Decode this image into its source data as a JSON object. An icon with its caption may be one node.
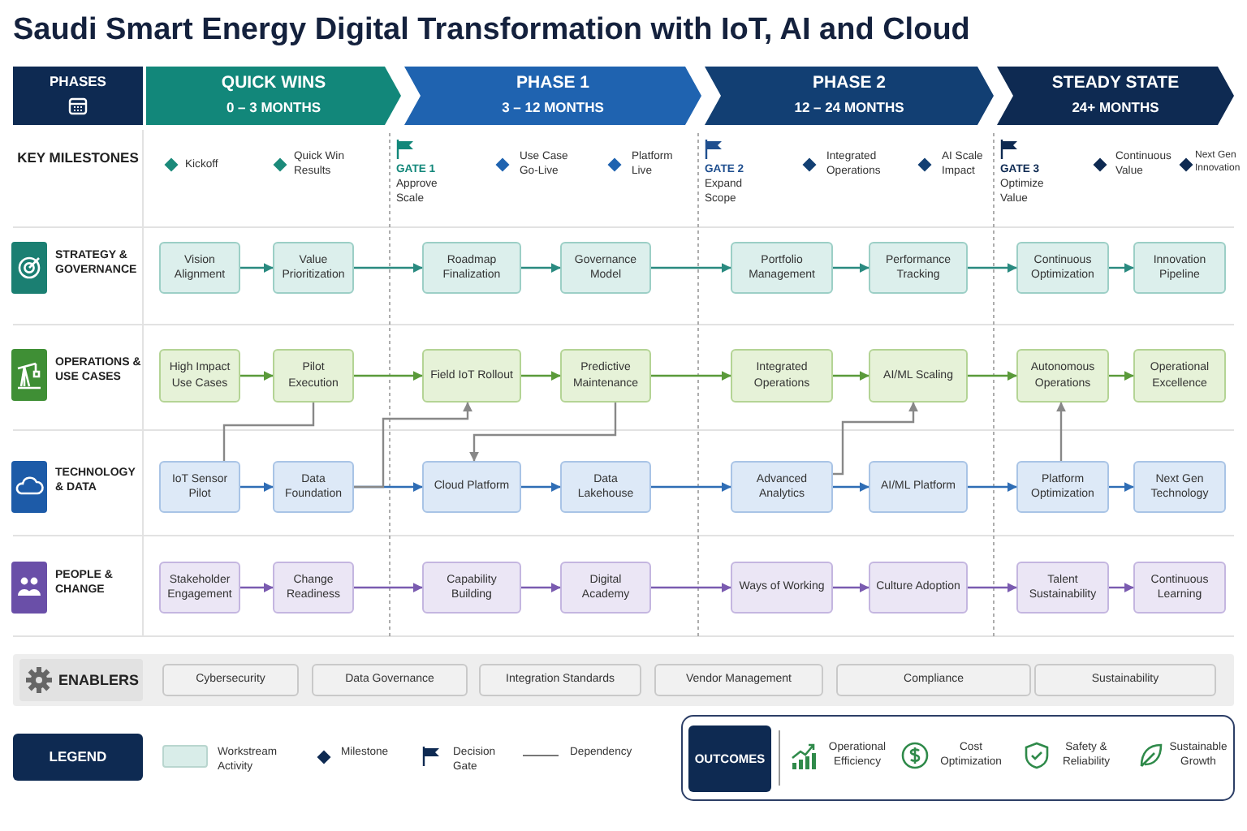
{
  "diagram": {
    "title": "Saudi Smart Energy Digital Transformation with IoT, AI and Cloud",
    "nodes": [
      {
        "text": [
          "PHASES"
        ]
      },
      {
        "text": [
          "QUICK WINS",
          "0 – 3 MONTHS"
        ]
      },
      {
        "text": [
          "PHASE 1",
          "3 – 12 MONTHS"
        ]
      },
      {
        "text": [
          "PHASE 2",
          "12 – 24 MONTHS"
        ]
      },
      {
        "text": [
          "STEADY STATE",
          "24+ MONTHS"
        ]
      },
      {
        "text": [
          "Vision Alignment"
        ]
      },
      {
        "text": [
          "Value Prioritization"
        ]
      },
      {
        "text": [
          "Roadmap Finalization"
        ]
      },
      {
        "text": [
          "Governance Model"
        ]
      },
      {
        "text": [
          "Portfolio Management"
        ]
      },
      {
        "text": [
          "Performance Tracking"
        ]
      },
      {
        "text": [
          "Continuous Optimization"
        ]
      },
      {
        "text": [
          "Innovation Pipeline"
        ]
      },
      {
        "text": [
          "High Impact Use Cases"
        ]
      },
      {
        "text": [
          "Pilot Execution"
        ]
      },
      {
        "text": [
          "Field IoT Rollout"
        ]
      },
      {
        "text": [
          "Predictive Maintenance"
        ]
      },
      {
        "text": [
          "Integrated Operations"
        ]
      },
      {
        "text": [
          "AI/ML Scaling"
        ]
      },
      {
        "text": [
          "Autonomous Operations"
        ]
      },
      {
        "text": [
          "Operational Excellence"
        ]
      },
      {
        "text": [
          "IoT Sensor Pilot"
        ]
      },
      {
        "text": [
          "Data Foundation"
        ]
      },
      {
        "text": [
          "Cloud Platform"
        ]
      },
      {
        "text": [
          "Data Lakehouse"
        ]
      },
      {
        "text": [
          "Advanced Analytics"
        ]
      },
      {
        "text": [
          "AI/ML Platform"
        ]
      },
      {
        "text": [
          "Platform Optimization"
        ]
      },
      {
        "text": [
          "Next Gen Technology"
        ]
      },
      {
        "text": [
          "Stakeholder Engagement"
        ]
      },
      {
        "text": [
          "Change Readiness"
        ]
      },
      {
        "text": [
          "Capability Building"
        ]
      },
      {
        "text": [
          "Digital Academy"
        ]
      },
      {
        "text": [
          "Ways of Working"
        ]
      },
      {
        "text": [
          "Culture Adoption"
        ]
      },
      {
        "text": [
          "Talent Sustainability"
        ]
      },
      {
        "text": [
          "Continuous Learning"
        ]
      },
      {
        "text": [
          "ENABLERS"
        ]
      },
      {
        "text": [
          "Cybersecurity"
        ]
      },
      {
        "text": [
          "Data Governance"
        ]
      },
      {
        "text": [
          "Integration Standards"
        ]
      },
      {
        "text": [
          "Vendor Management"
        ]
      },
      {
        "text": [
          "Compliance"
        ]
      },
      {
        "text": [
          "Sustainability"
        ]
      },
      {
        "text": [
          "LEGEND"
        ]
      },
      {
        "text": [
          "OUTCOMES"
        ]
      }
    ],
    "edges": [
      {
        "from": 5,
        "to": 6,
        "arrow": "to",
        "color": "#2a8a80"
      },
      {
        "from": 6,
        "to": 7,
        "arrow": "to",
        "color": "#2a8a80"
      },
      {
        "from": 7,
        "to": 8,
        "arrow": "to",
        "color": "#2a8a80"
      },
      {
        "from": 8,
        "to": 9,
        "arrow": "to",
        "color": "#2a8a80"
      },
      {
        "from": 9,
        "to": 10,
        "arrow": "to",
        "color": "#2a8a80"
      },
      {
        "from": 10,
        "to": 11,
        "arrow": "to",
        "color": "#2a8a80"
      },
      {
        "from": 11,
        "to": 12,
        "arrow": "to",
        "color": "#2a8a80"
      },
      {
        "from": 13,
        "to": 14,
        "arrow": "to",
        "color": "#5a9a3a"
      },
      {
        "from": 14,
        "to": 15,
        "arrow": "to",
        "color": "#5a9a3a"
      },
      {
        "from": 15,
        "to": 16,
        "arrow": "to",
        "color": "#5a9a3a"
      },
      {
        "from": 16,
        "to": 17,
        "arrow": "to",
        "color": "#5a9a3a"
      },
      {
        "from": 17,
        "to": 18,
        "arrow": "to",
        "color": "#5a9a3a"
      },
      {
        "from": 18,
        "to": 19,
        "arrow": "to",
        "color": "#5a9a3a"
      },
      {
        "from": 19,
        "to": 20,
        "arrow": "to",
        "color": "#5a9a3a"
      },
      {
        "from": 21,
        "to": 22,
        "arrow": "to",
        "color": "#2f6db5"
      },
      {
        "from": 22,
        "to": 23,
        "arrow": "to",
        "color": "#2f6db5"
      },
      {
        "from": 23,
        "to": 24,
        "arrow": "to",
        "color": "#2f6db5"
      },
      {
        "from": 24,
        "to": 25,
        "arrow": "to",
        "color": "#2f6db5"
      },
      {
        "from": 25,
        "to": 26,
        "arrow": "to",
        "color": "#2f6db5"
      },
      {
        "from": 26,
        "to": 27,
        "arrow": "to",
        "color": "#2f6db5"
      },
      {
        "from": 27,
        "to": 28,
        "arrow": "to",
        "color": "#2f6db5"
      },
      {
        "from": 29,
        "to": 30,
        "arrow": "to",
        "color": "#7a5bb0"
      },
      {
        "from": 30,
        "to": 31,
        "arrow": "to",
        "color": "#7a5bb0"
      },
      {
        "from": 31,
        "to": 32,
        "arrow": "to",
        "color": "#7a5bb0"
      },
      {
        "from": 32,
        "to": 33,
        "arrow": "to",
        "color": "#7a5bb0"
      },
      {
        "from": 33,
        "to": 34,
        "arrow": "to",
        "color": "#7a5bb0"
      },
      {
        "from": 34,
        "to": 35,
        "arrow": "to",
        "color": "#7a5bb0"
      },
      {
        "from": 35,
        "to": 36,
        "arrow": "to",
        "color": "#7a5bb0"
      },
      {
        "from": 14,
        "to": 21,
        "arrow": "none",
        "color": "#888888"
      },
      {
        "from": 22,
        "to": 15,
        "arrow": "to",
        "color": "#888888"
      },
      {
        "from": 16,
        "to": 23,
        "arrow": "to",
        "color": "#888888"
      },
      {
        "from": 25,
        "to": 18,
        "arrow": "to",
        "color": "#888888"
      },
      {
        "from": 27,
        "to": 19,
        "arrow": "to",
        "color": "#888888"
      }
    ],
    "labels": [
      "KEY MILESTONES",
      "Kickoff",
      "Quick Win Results",
      "GATE 1",
      "Approve Scale",
      "Use Case Go-Live",
      "Platform Live",
      "GATE 2",
      "Expand Scope",
      "Integrated Operations",
      "AI Scale Impact",
      "GATE 3",
      "Optimize Value",
      "Continuous Value",
      "Next Gen Innovation",
      "STRATEGY & GOVERNANCE",
      "OPERATIONS & USE CASES",
      "TECHNOLOGY & DATA",
      "PEOPLE & CHANGE",
      "Operational Efficiency",
      "Cost Optimization",
      "Safety & Reliability",
      "Sustainable Growth"
    ],
    "legend": [
      {
        "text": "Workstream Activity",
        "color": "#d9ede9"
      },
      {
        "text": "Milestone"
      },
      {
        "text": "Decision Gate"
      },
      {
        "text": "Dependency"
      }
    ]
  }
}
